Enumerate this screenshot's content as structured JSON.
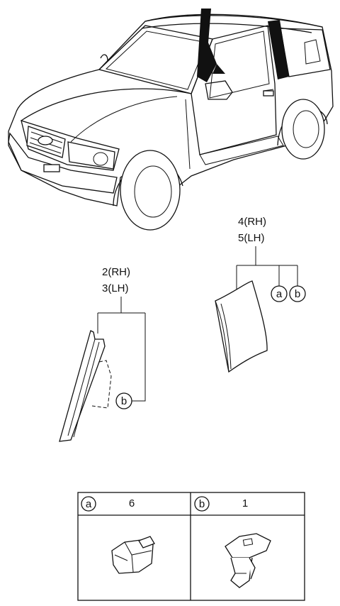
{
  "callouts": {
    "quarter_trim": {
      "rh": "4(RH)",
      "lh": "5(LH)"
    },
    "pillar_trim": {
      "rh": "2(RH)",
      "lh": "3(LH)"
    }
  },
  "markers": {
    "a": "a",
    "b": "b"
  },
  "legend_table": {
    "col_a": {
      "letter": "a",
      "qty": "6"
    },
    "col_b": {
      "letter": "b",
      "qty": "1"
    }
  }
}
